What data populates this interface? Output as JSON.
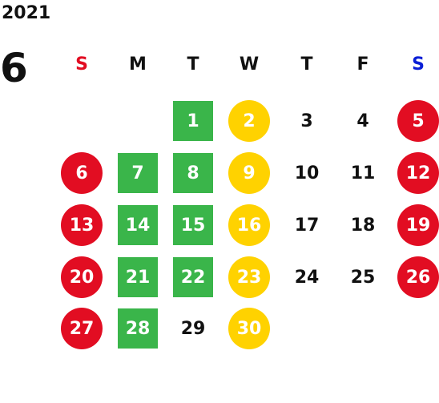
{
  "calendar": {
    "year": "2021",
    "month": "6",
    "weekdays": [
      "S",
      "M",
      "T",
      "W",
      "T",
      "F",
      "S"
    ],
    "weekday_colors": [
      "#e20d22",
      "#111111",
      "#111111",
      "#111111",
      "#111111",
      "#111111",
      "#0a1fd6"
    ],
    "colors": {
      "holiday_red": "#e20d22",
      "wednesday_yellow": "#ffd200",
      "highlight_green": "#3ab54a"
    },
    "weeks": [
      [
        {
          "day": "",
          "style": "none"
        },
        {
          "day": "",
          "style": "none"
        },
        {
          "day": "1",
          "style": "green"
        },
        {
          "day": "2",
          "style": "yellow"
        },
        {
          "day": "3",
          "style": "plain"
        },
        {
          "day": "4",
          "style": "plain"
        },
        {
          "day": "5",
          "style": "red"
        }
      ],
      [
        {
          "day": "6",
          "style": "red"
        },
        {
          "day": "7",
          "style": "green"
        },
        {
          "day": "8",
          "style": "green"
        },
        {
          "day": "9",
          "style": "yellow"
        },
        {
          "day": "10",
          "style": "plain"
        },
        {
          "day": "11",
          "style": "plain"
        },
        {
          "day": "12",
          "style": "red"
        }
      ],
      [
        {
          "day": "13",
          "style": "red"
        },
        {
          "day": "14",
          "style": "green"
        },
        {
          "day": "15",
          "style": "green"
        },
        {
          "day": "16",
          "style": "yellow"
        },
        {
          "day": "17",
          "style": "plain"
        },
        {
          "day": "18",
          "style": "plain"
        },
        {
          "day": "19",
          "style": "red"
        }
      ],
      [
        {
          "day": "20",
          "style": "red"
        },
        {
          "day": "21",
          "style": "green"
        },
        {
          "day": "22",
          "style": "green"
        },
        {
          "day": "23",
          "style": "yellow"
        },
        {
          "day": "24",
          "style": "plain"
        },
        {
          "day": "25",
          "style": "plain"
        },
        {
          "day": "26",
          "style": "red"
        }
      ],
      [
        {
          "day": "27",
          "style": "red"
        },
        {
          "day": "28",
          "style": "green"
        },
        {
          "day": "29",
          "style": "plain"
        },
        {
          "day": "30",
          "style": "yellow"
        },
        {
          "day": "",
          "style": "none"
        },
        {
          "day": "",
          "style": "none"
        },
        {
          "day": "",
          "style": "none"
        }
      ]
    ]
  }
}
